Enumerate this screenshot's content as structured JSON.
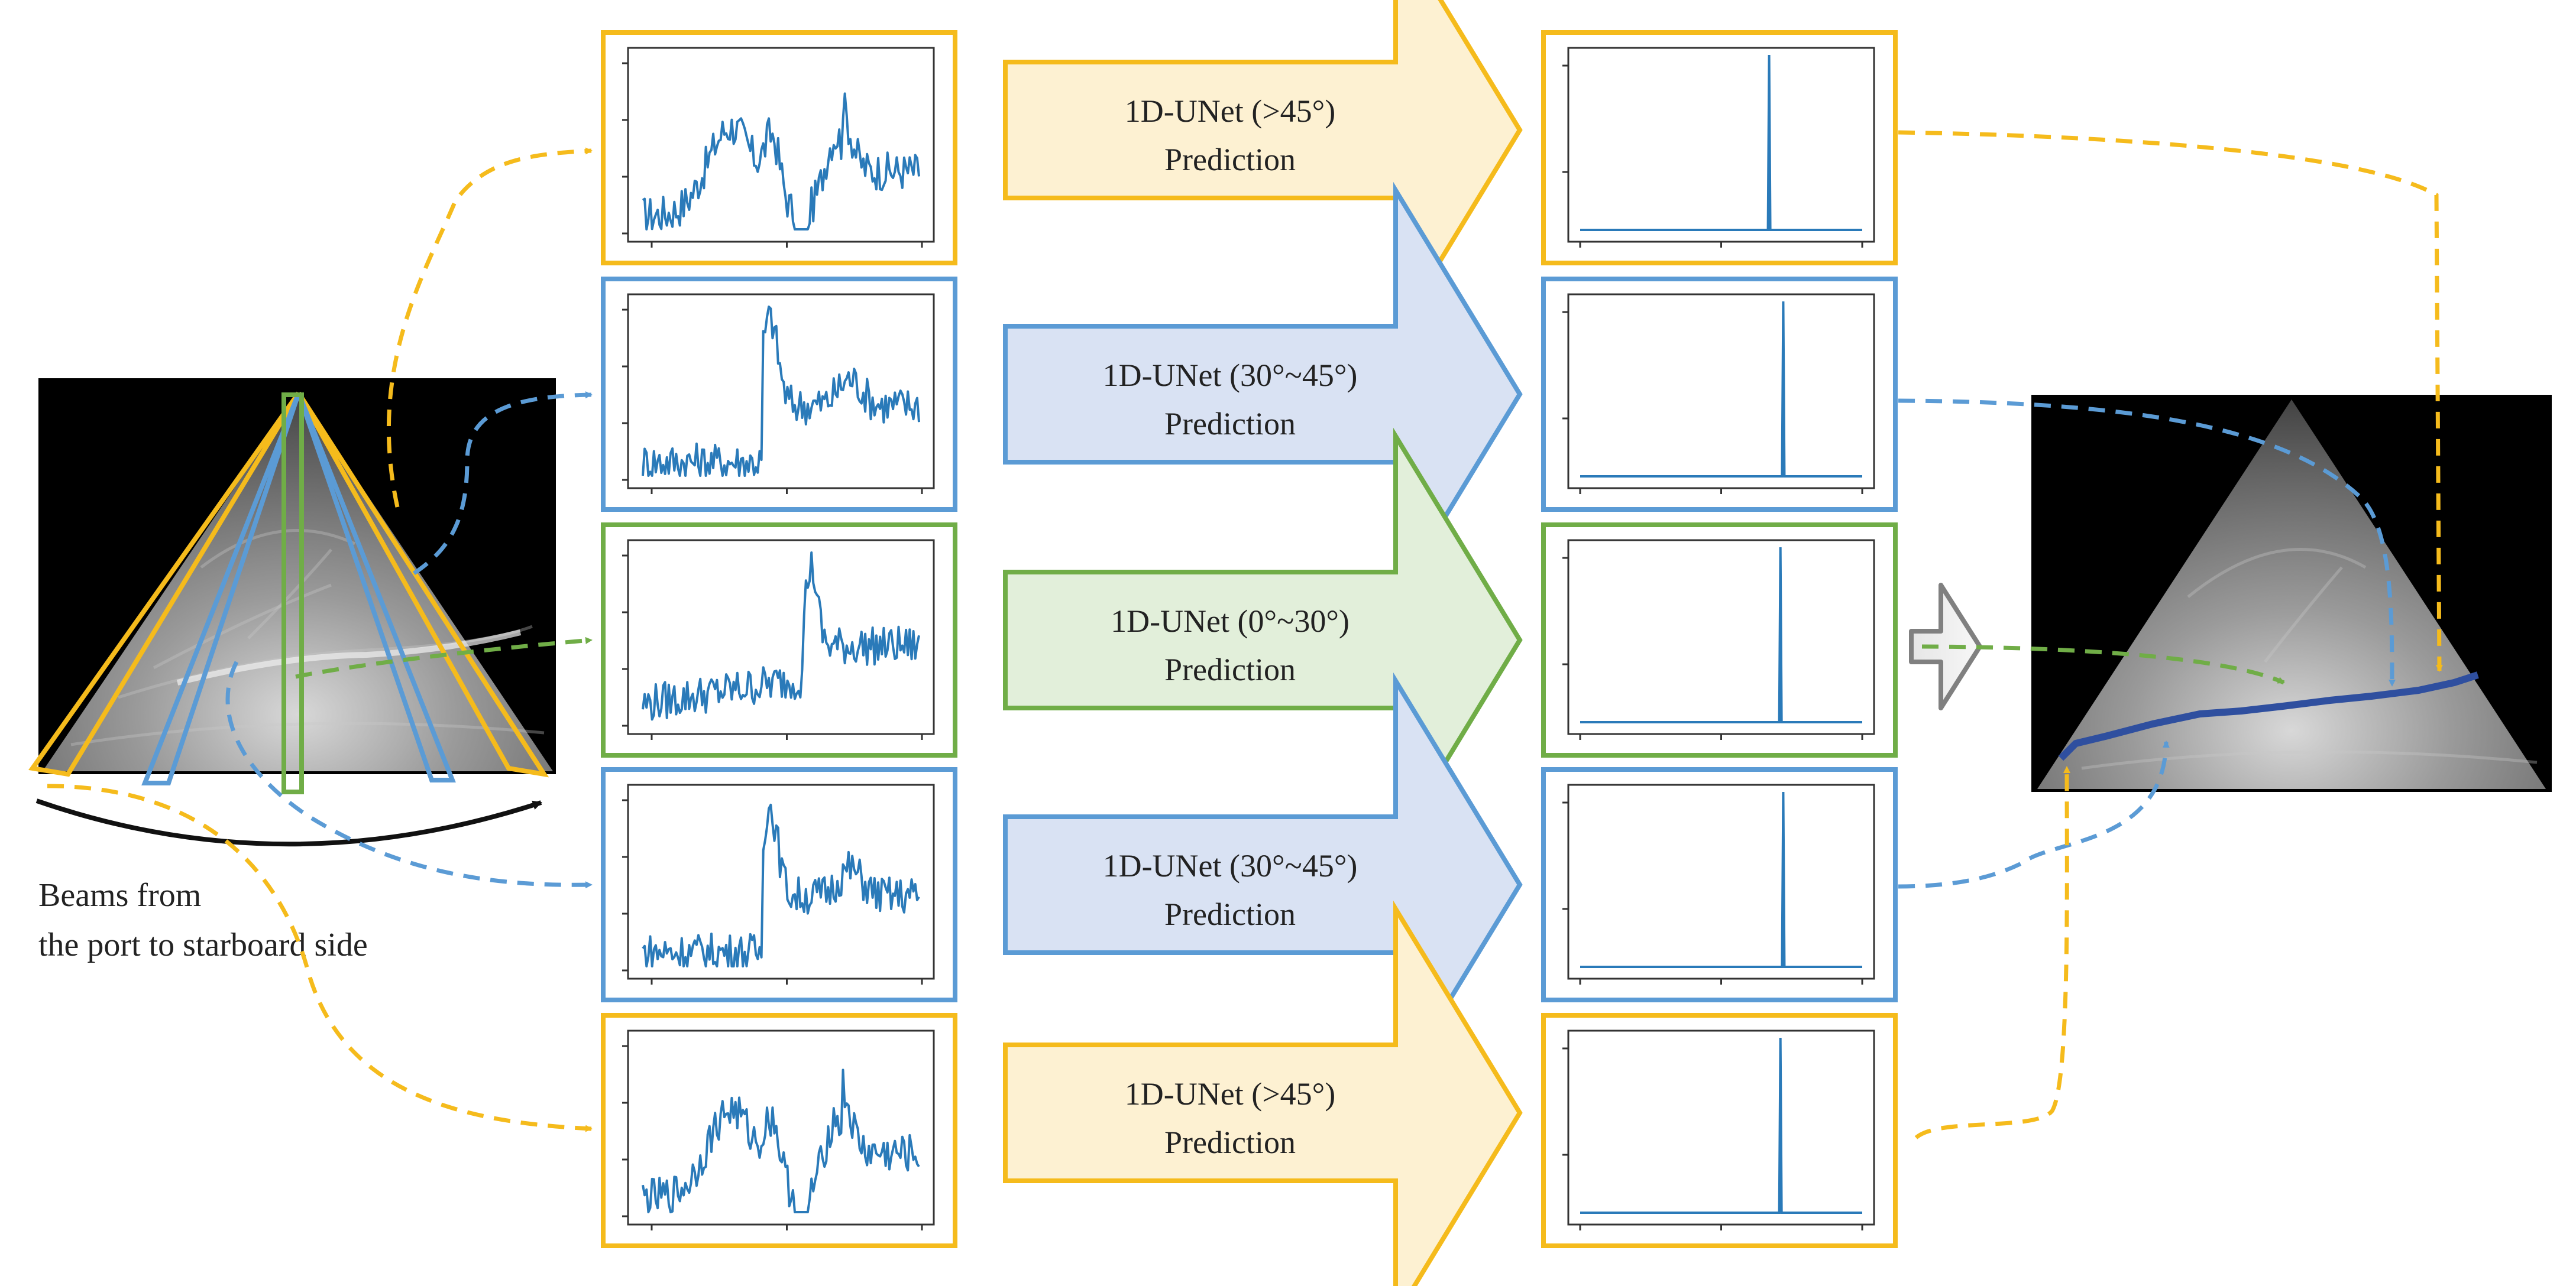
{
  "colors": {
    "gt45": "#f5bb1c",
    "gt45_fill": "#fdf1d2",
    "mid": "#5b9bd5",
    "mid_fill": "#d9e2f3",
    "center": "#70ad47",
    "center_fill": "#e2efda",
    "signal": "#2a7ab9",
    "bottom_line": "#2f4f9f",
    "gray_arrow": "#808080",
    "gray_fill": "#eeeeee",
    "sonar_bg": "#000000"
  },
  "caption": {
    "line1": "Beams from",
    "line2": "the port to starboard side"
  },
  "rows": [
    {
      "key": "r1",
      "group": "gt45",
      "model": "1D-UNet (>45°)",
      "action": "Prediction",
      "peak": 0.67
    },
    {
      "key": "r2",
      "group": "mid",
      "model": "1D-UNet (30°~45°)",
      "action": "Prediction",
      "peak": 0.72
    },
    {
      "key": "r3",
      "group": "center",
      "model": "1D-UNet (0°~30°)",
      "action": "Prediction",
      "peak": 0.71
    },
    {
      "key": "r4",
      "group": "mid",
      "model": "1D-UNet (30°~45°)",
      "action": "Prediction",
      "peak": 0.72
    },
    {
      "key": "r5",
      "group": "gt45",
      "model": "1D-UNet (>45°)",
      "action": "Prediction",
      "peak": 0.71
    }
  ]
}
